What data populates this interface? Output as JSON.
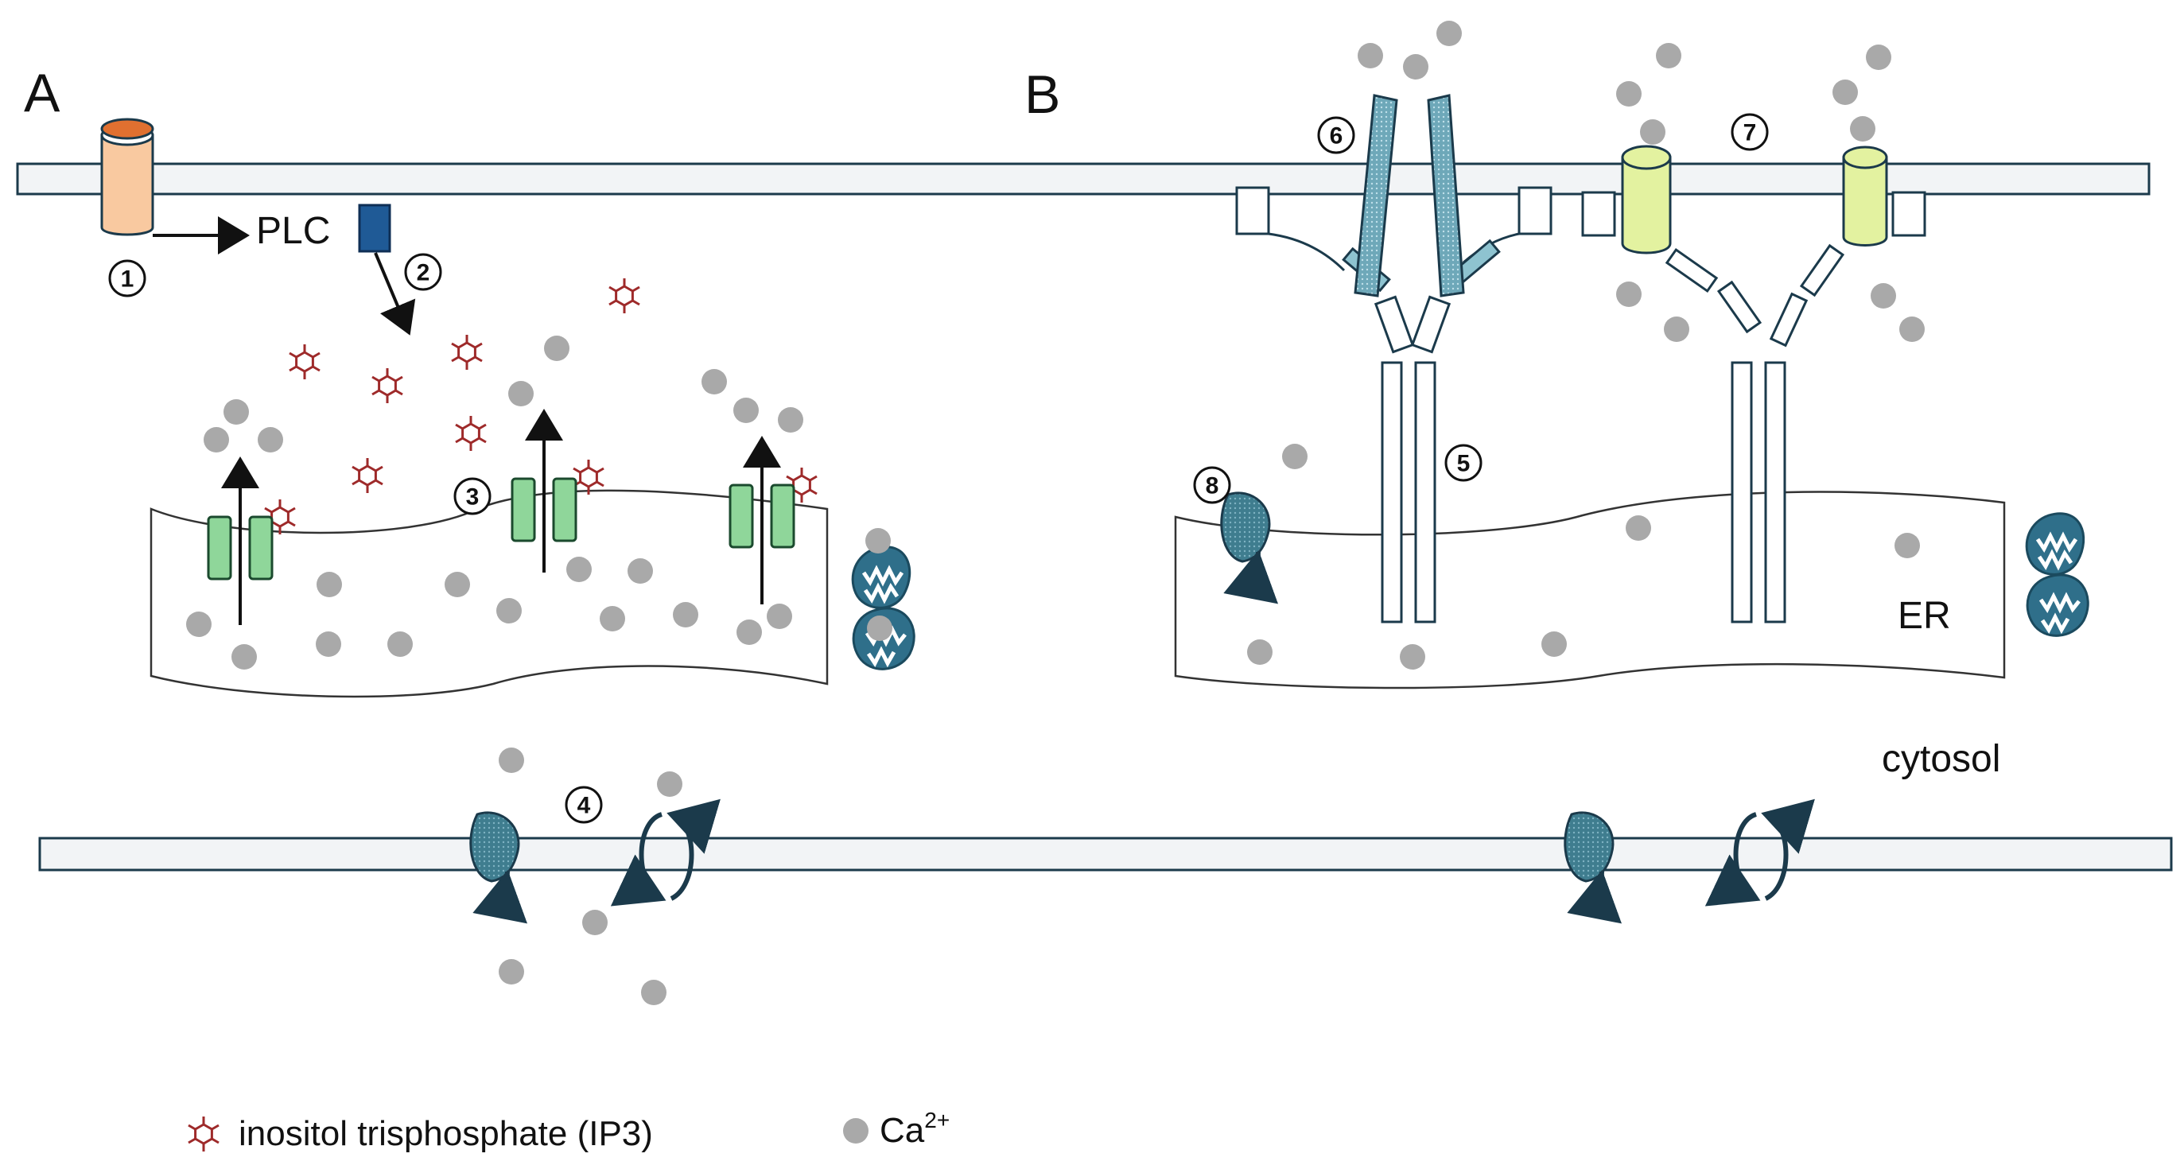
{
  "panels": {
    "a": "A",
    "b": "B"
  },
  "labels": {
    "plc": "PLC",
    "er": "ER",
    "cytosol": "cytosol"
  },
  "steps": [
    "1",
    "2",
    "3",
    "4",
    "5",
    "6",
    "7",
    "8"
  ],
  "legend": {
    "ip3": "inositol trisphosphate (IP3)",
    "ca_base": "Ca",
    "ca_charge": "2+"
  },
  "colors": {
    "membrane_fill": "#f2f4f6",
    "outline": "#1b3a4b",
    "calcium": "#a9a9a9",
    "ip3": "#9e2a2a",
    "receptor_cap": "#e07030",
    "receptor_body": "#f9c9a0",
    "plc": "#1f5a96",
    "ip3r_channel": "#8fd69a",
    "pump": "#3f7d8f",
    "orai": "#e3f2a0",
    "stim_pore": "#8ec3d0"
  },
  "icons": {
    "receptor": "gpcr-receptor-icon",
    "enzyme": "plc-enzyme-icon",
    "channel": "ip3-receptor-channel-icon",
    "pump": "serca-pmca-pump-icon",
    "exchanger": "ncx-exchanger-icon",
    "mitochondrion": "mitochondrion-icon"
  }
}
